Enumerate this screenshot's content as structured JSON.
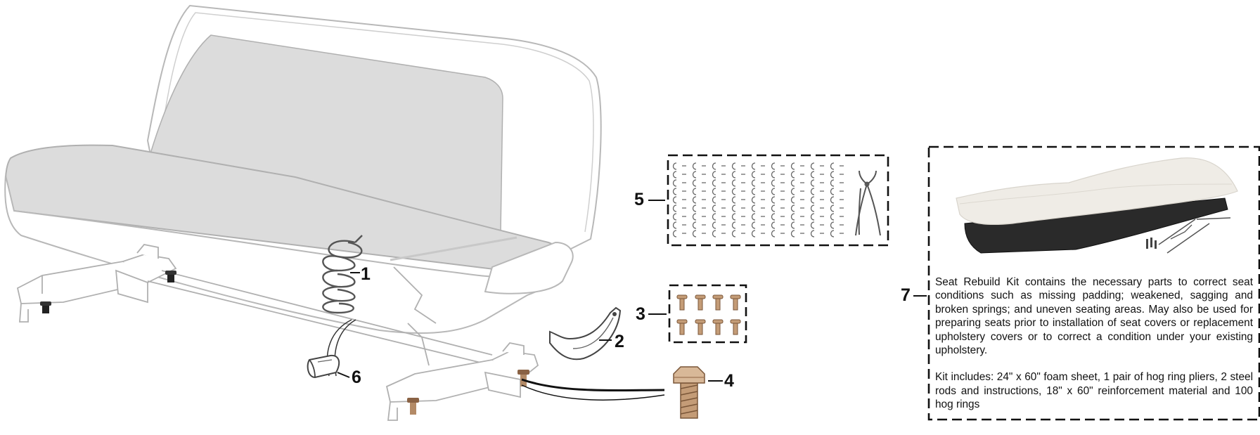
{
  "callouts": {
    "c1": "1",
    "c2": "2",
    "c3": "3",
    "c4": "4",
    "c5": "5",
    "c6": "6",
    "c7": "7"
  },
  "kit_description": {
    "paragraph1": "Seat Rebuild Kit contains the necessary parts to correct seat conditions such as missing padding; weakened, sagging and broken springs; and uneven seating areas. May also be used for preparing seats prior to installation of seat covers or replacement upholstery covers or to correct a condition under your existing upholstery.",
    "paragraph2": "Kit includes: 24\" x 60\" foam sheet, 1 pair of hog ring pliers, 2 steel rods and instructions, 18\" x 60\" reinforcement material and 100 hog rings"
  }
}
